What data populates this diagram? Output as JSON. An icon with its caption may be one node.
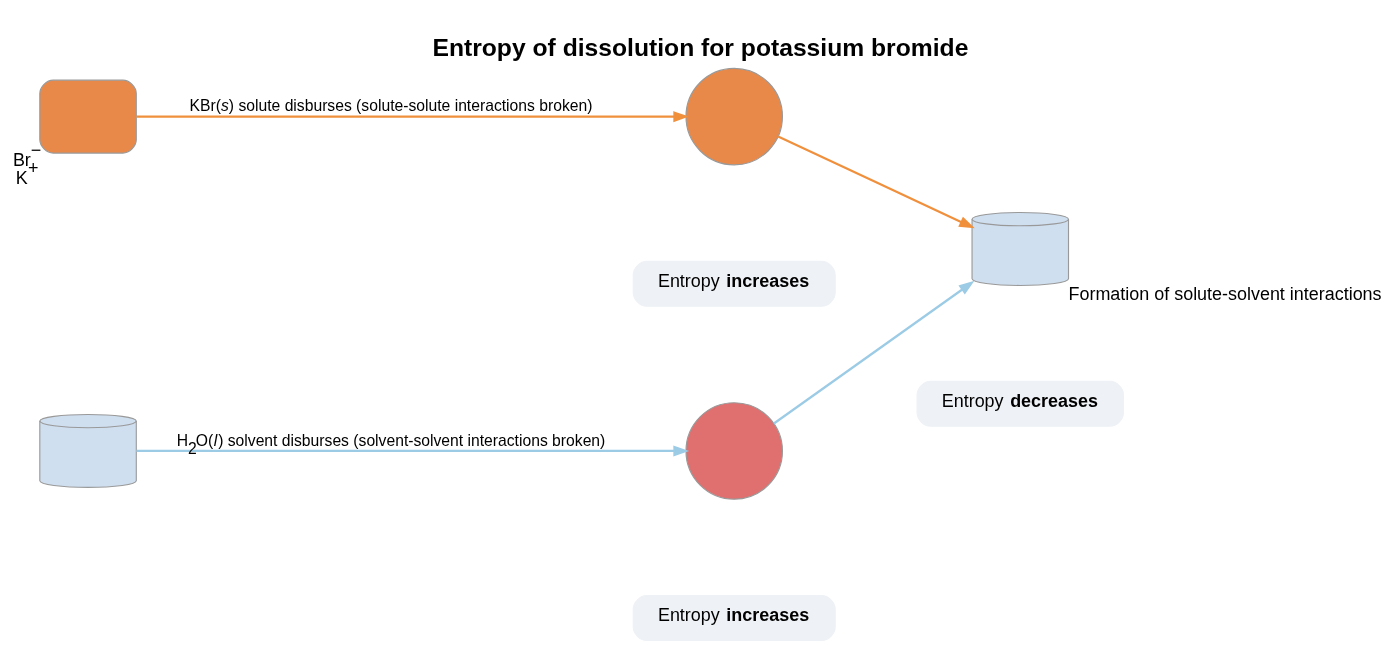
{
  "diagram": {
    "title": "Entropy of dissolution for potassium bromide",
    "nodes": [
      {
        "text": [],
        "shape": "box",
        "beside": [
          "Br$^{−}$",
          "K$^{+}$"
        ]
      },
      {
        "text": [
          "Entropy **increases**"
        ]
      },
      {
        "text": [],
        "shape": "circle"
      },
      {
        "text": [],
        "shape": "cylinder",
        "beside": [
          "Formation of solute-solvent interactions"
        ]
      },
      {
        "text": [],
        "shape": "cylinder"
      },
      {
        "text": [
          "Entropy **increases**"
        ]
      },
      {
        "text": [],
        "shape": "circle"
      },
      {
        "text": [
          "Entropy **decreases**"
        ]
      }
    ],
    "edges": [
      {
        "from": 0,
        "to": 2,
        "arrow": "to",
        "label": "KBr(*s*) solute disburses (solute-solute interactions broken)",
        "color": "#f0903c"
      },
      {
        "from": 4,
        "to": 6,
        "arrow": "to",
        "label": "H$_{2}$O(*l*) solvent disburses (solvent-solvent interactions broken)",
        "color": "#9ccbe6"
      },
      {
        "from": 2,
        "to": 3,
        "arrow": "to",
        "color": "#f0903c"
      },
      {
        "from": 6,
        "to": 3,
        "arrow": "to",
        "color": "#9ccbe6"
      }
    ]
  }
}
